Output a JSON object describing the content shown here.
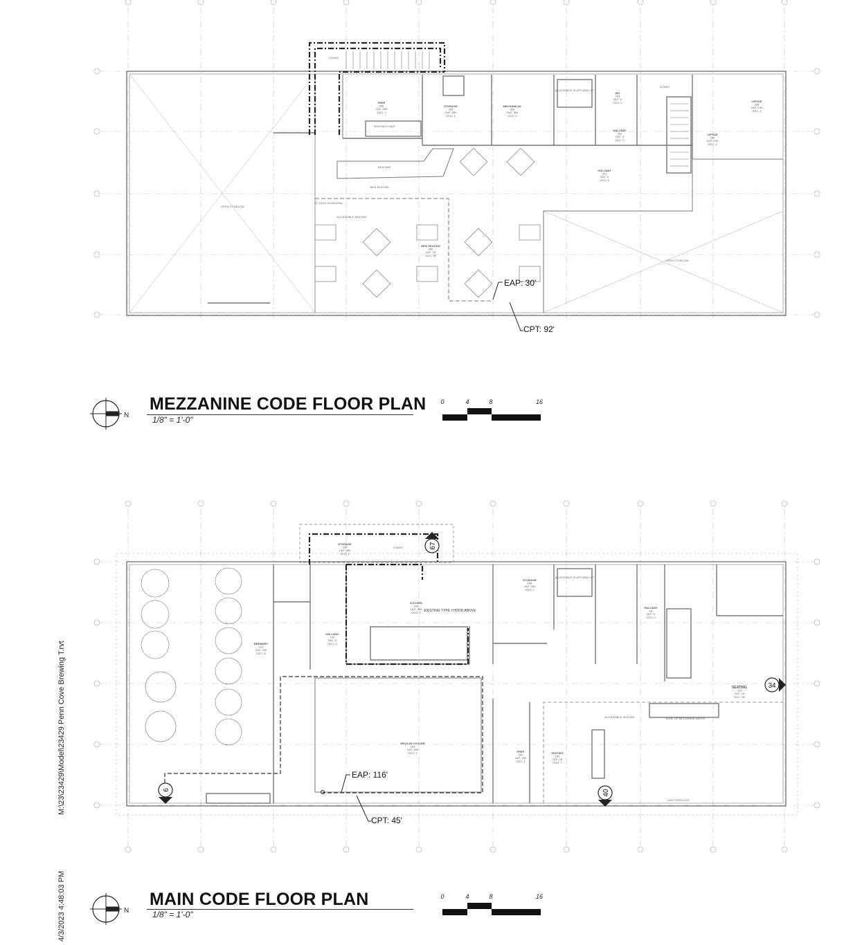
{
  "sheet": {
    "file_path": "M:\\23\\23429\\Model\\23429 Penn Cove Brewing T.rvt",
    "print_stamp": "4/3/2023 4:48:03 PM",
    "north_label": "N"
  },
  "mezzanine": {
    "title": "MEZZANINE CODE FLOOR PLAN",
    "scale": "1/8\" = 1'-0\"",
    "scale_bar_ticks": [
      "0",
      "4",
      "8",
      "16"
    ],
    "eap_label": "EAP: 30'",
    "cpt_label": "CPT: 92'",
    "rooms": [
      {
        "name": "PREP",
        "lines": [
          "206",
          "OLF: 200",
          "OCC: 1"
        ]
      },
      {
        "name": "STORAGE",
        "lines": [
          "205",
          "OLF: 300",
          "OCC: 1"
        ]
      },
      {
        "name": "MECHANICAL",
        "lines": [
          "204",
          "OLF: 300",
          "OCC: 1"
        ]
      },
      {
        "name": "WC",
        "lines": [
          "203",
          "OLF: 0",
          "OCC: 0"
        ]
      },
      {
        "name": "HALLWAY",
        "lines": [
          "202",
          "OLF: 0",
          "OCC: 0"
        ]
      },
      {
        "name": "OFFICE",
        "lines": [
          "208",
          "OLF: 100",
          "OCC: 1"
        ]
      },
      {
        "name": "OFFICE",
        "lines": [
          "207",
          "OLF: 100",
          "OCC: 1"
        ]
      },
      {
        "name": "HALLWAY",
        "lines": [
          "201",
          "OLF: 0",
          "OCC: 0"
        ]
      },
      {
        "name": "NEW SEATING",
        "lines": [
          "200",
          "OLF: 15",
          "OCC: 30"
        ]
      }
    ],
    "notes": [
      "STAIRS",
      "NEW BACK BAR",
      "NEW BAR",
      "NEW SEATING",
      "42\" HIGH GUARDRAIL",
      "ACCESSIBLE SEATING",
      "OPEN TO BELOW",
      "OPEN TO BELOW",
      "ACCESSIBLE PLATFORM LIFT",
      "STAIRS"
    ]
  },
  "main": {
    "title": "MAIN CODE FLOOR PLAN",
    "scale": "1/8\" = 1'-0\"",
    "scale_bar_ticks": [
      "0",
      "4",
      "8",
      "16"
    ],
    "eap_label": "EAP: 116'",
    "cpt_label": "CPT: 45'",
    "exit_tags": [
      "67",
      "34",
      "6",
      "40"
    ],
    "rooms": [
      {
        "name": "STORAGE",
        "lines": [
          "109",
          "OLF: 300",
          "OCC: 1"
        ]
      },
      {
        "name": "KITCHEN",
        "lines": [
          "104",
          "OLF: 200",
          "OCC: 2"
        ]
      },
      {
        "name": "BREWERY",
        "lines": [
          "101",
          "OLF: 200",
          "OCC: 8"
        ]
      },
      {
        "name": "HALLWAY",
        "lines": [
          "105",
          "OLF: 0",
          "OCC: 0"
        ]
      },
      {
        "name": "WALK-IN COOLER",
        "lines": [
          "103",
          "OLF: 300",
          "OCC: 1"
        ]
      },
      {
        "name": "PREP",
        "lines": [
          "102",
          "OLF: 200",
          "OCC: 1"
        ]
      },
      {
        "name": "SEATING",
        "lines": [
          "100",
          "OLF: 15",
          "OCC: 7"
        ]
      },
      {
        "name": "SEATING",
        "lines": [
          "110",
          "OLF: 15",
          "OCC: 63"
        ]
      },
      {
        "name": "STORAGE",
        "lines": [
          "108",
          "OLF: 300",
          "OCC: 1"
        ]
      },
      {
        "name": "HALLWAY",
        "lines": [
          "111",
          "OLF: 0",
          "OCC: 0"
        ]
      }
    ],
    "notes": [
      "EXISTING TYPE I HOOD ABOVE",
      "ACCESSIBLE PLATFORM LIFT",
      "ACCESSIBLE SEATING",
      "EDGE OF MEZZANINE ABOVE",
      "GAS FIREPLACE",
      "STAIRS"
    ]
  },
  "colors": {
    "line": "#7a7a7a",
    "heavy": "#222222",
    "grid": "#b8b8b8"
  }
}
